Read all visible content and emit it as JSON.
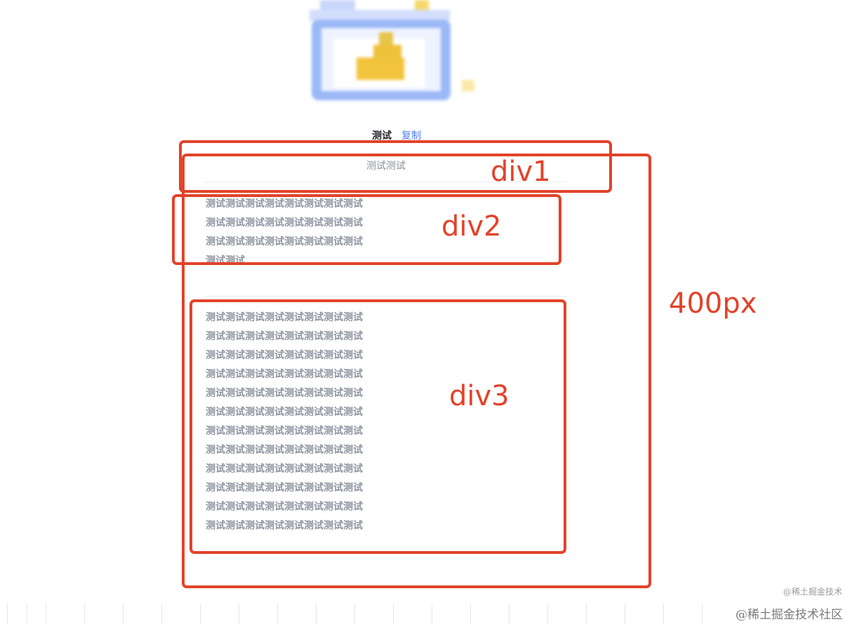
{
  "header": {
    "title": "测试",
    "copy_label": "复制"
  },
  "div1": {
    "subtitle": "测试测试"
  },
  "div2": {
    "lines": [
      "测试测试测试测试测试测试测试测试",
      "测试测试测试测试测试测试测试测试",
      "测试测试测试测试测试测试测试测试",
      "测试测试"
    ]
  },
  "div3": {
    "lines": [
      "测试测试测试测试测试测试测试测试",
      "测试测试测试测试测试测试测试测试",
      "测试测试测试测试测试测试测试测试",
      "测试测试测试测试测试测试测试测试",
      "测试测试测试测试测试测试测试测试",
      "测试测试测试测试测试测试测试测试",
      "测试测试测试测试测试测试测试测试",
      "测试测试测试测试测试测试测试测试",
      "测试测试测试测试测试测试测试测试",
      "测试测试测试测试测试测试测试测试",
      "测试测试测试测试测试测试测试测试",
      "测试测试测试测试测试测试测试测试"
    ]
  },
  "annotations": {
    "div1_label": "div1",
    "div2_label": "div2",
    "div3_label": "div3",
    "height_label": "400px",
    "color": "#e24329"
  },
  "watermarks": {
    "small": "@稀土掘金技术",
    "large": "@稀土掘金技术社区"
  },
  "colors": {
    "link": "#4c7df0",
    "text_muted": "#8f95a0"
  }
}
